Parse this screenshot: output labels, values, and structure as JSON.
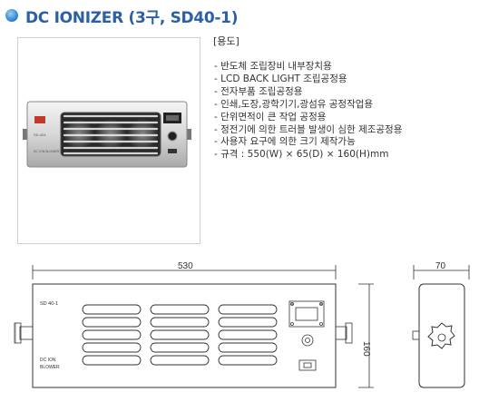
{
  "product": {
    "title": "DC IONIZER (3구, SD40-1)"
  },
  "usage": {
    "heading": "[용도]",
    "items": [
      "반도체 조립장비 내부장치용",
      "LCD BACK LIGHT 조립공정용",
      "전자부품 조립공정용",
      "인쇄,도장,광학기기,광섬유 공정작업용",
      "단위면적이 큰 작업 공정용",
      "정전기에 의한 트러블 발생이 심한 제조공정용",
      "사용자 요구에 의한 크기 제작가능",
      "규격 : 550(W) × 65(D) × 160(H)mm"
    ]
  },
  "photo": {
    "panel_text_top": "SD-404",
    "panel_text_bottom": "DC ION BLOWER"
  },
  "drawing": {
    "width_dim": "530",
    "height_dim": "160",
    "depth_dim": "70",
    "panel_text_model": "SD 40-1",
    "panel_text_line1": "DC ION",
    "panel_text_line2": "BLOWER"
  }
}
